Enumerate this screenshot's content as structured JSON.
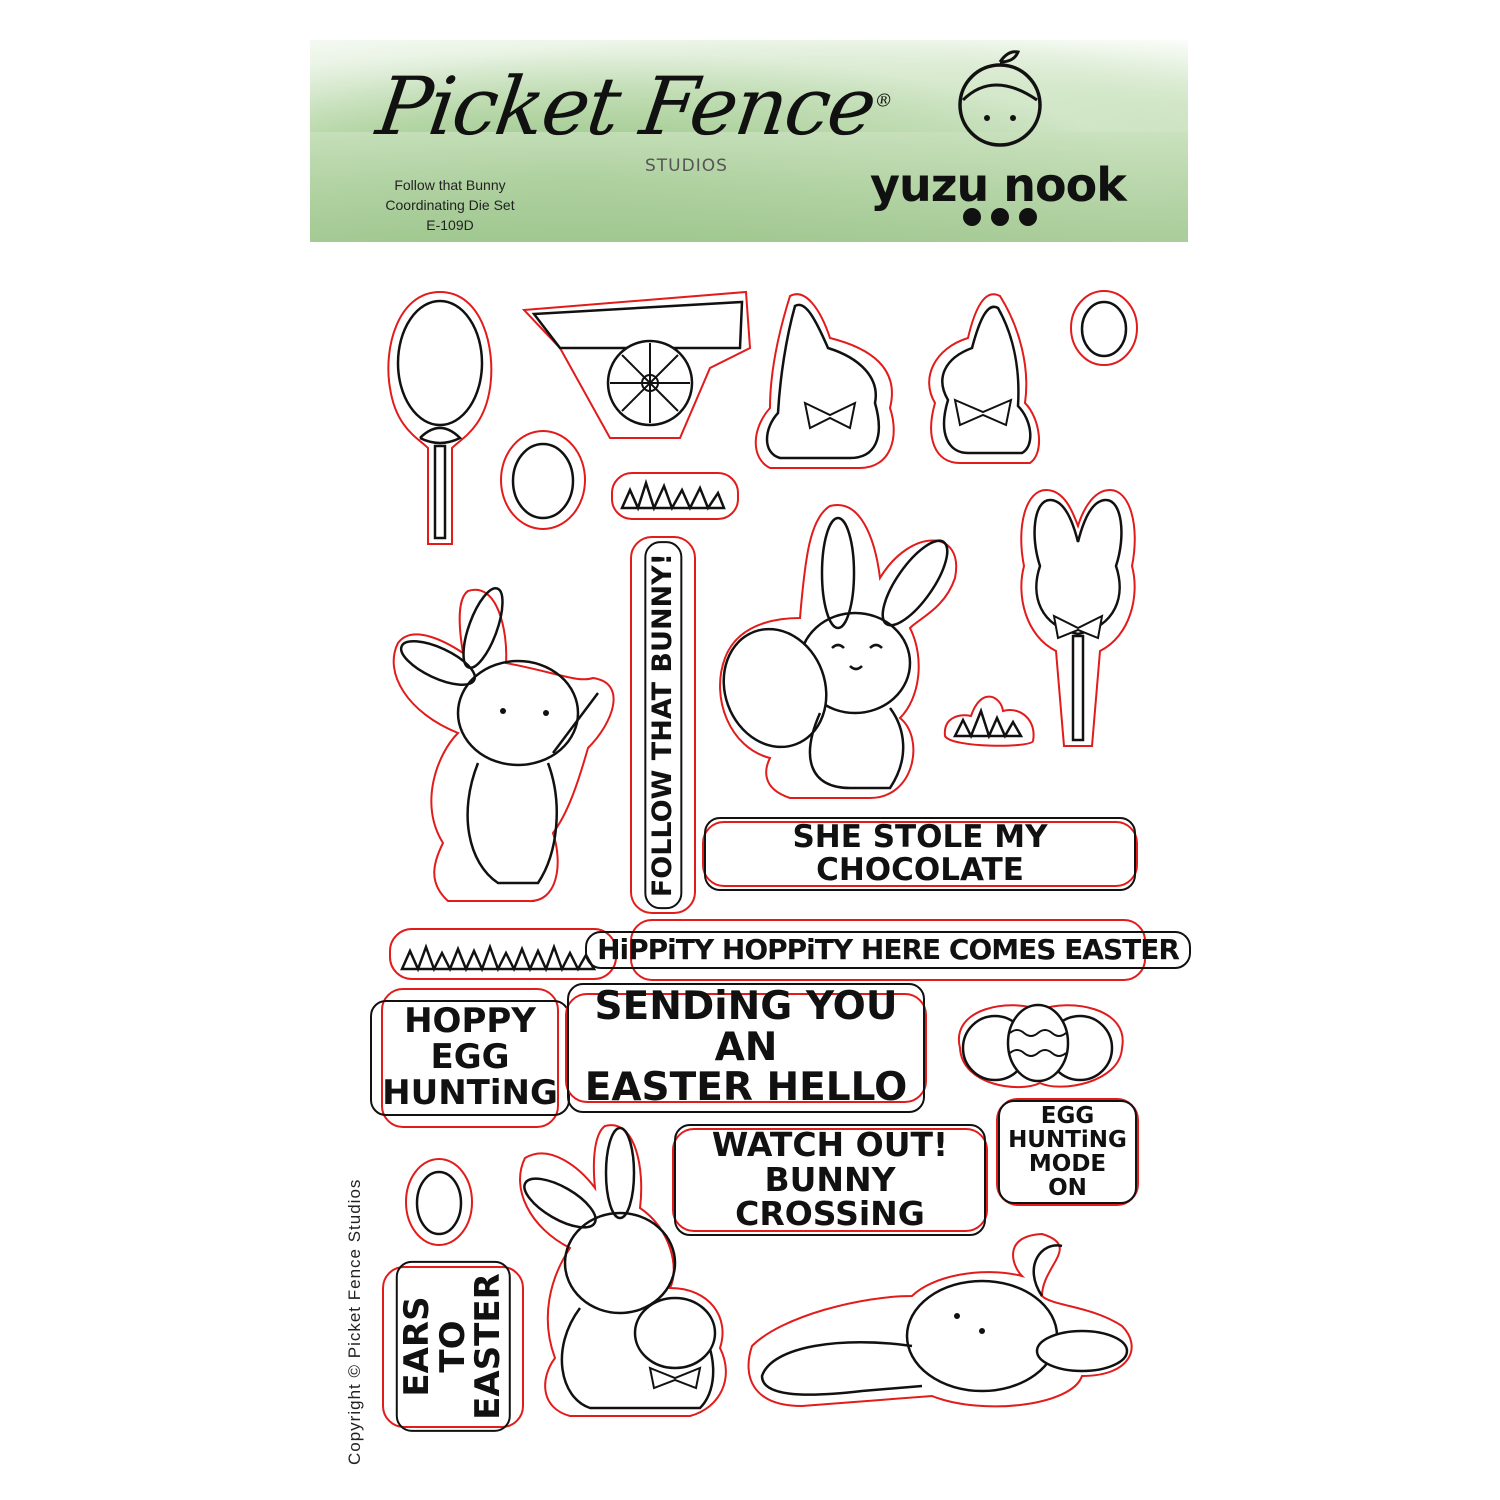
{
  "header": {
    "brand": "Picket Fence",
    "brand_mark": "®",
    "brand_sub": "STUDIOS",
    "product_lines": [
      "Follow that Bunny",
      "Coordinating Die Set",
      "E-109D"
    ],
    "partner": "yuzu nook"
  },
  "sentiments": {
    "follow": "FOLLOW THAT BUNNY!",
    "chocolate": "SHE STOLE MY CHOCOLATE",
    "hippity": "HiPPiTY HOPPiTY HERE COMES EASTER",
    "hoppy": [
      "HOPPY",
      "EGG",
      "HUNTiNG"
    ],
    "sending": [
      "SENDiNG YOU AN",
      "EASTER HELLO"
    ],
    "watch": [
      "WATCH OUT!",
      "BUNNY CROSSiNG"
    ],
    "egg_mode": [
      "EGG",
      "HUNTiNG",
      "MODE ON"
    ],
    "ears": [
      "EARS",
      "TO",
      "EASTER"
    ]
  },
  "copyright": "Copyright © Picket Fence Studios",
  "colors": {
    "die_outline": "#e21b1b",
    "stamp_line": "#111111",
    "banner_green": "#9dc58c"
  }
}
